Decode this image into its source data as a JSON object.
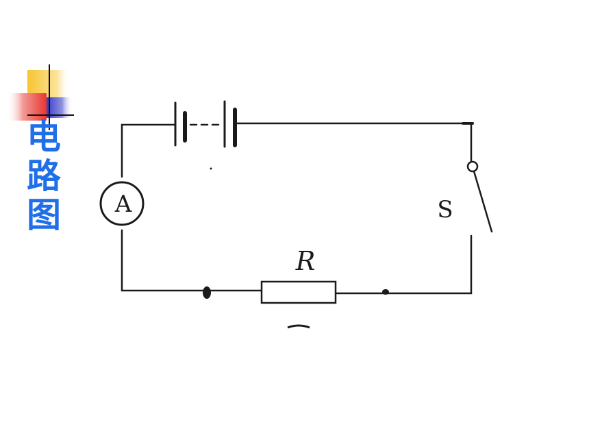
{
  "title": {
    "lines": [
      "电",
      "路",
      "图"
    ]
  },
  "circuit": {
    "ammeter_label": "A",
    "switch_label": "S",
    "resistor_label": "R"
  },
  "colors": {
    "title": "#1f6fe8",
    "wire": "#1a1a1a",
    "deco_yellow": "#f7c531",
    "deco_red": "#e8362f",
    "deco_blue": "#3a3ec9"
  }
}
